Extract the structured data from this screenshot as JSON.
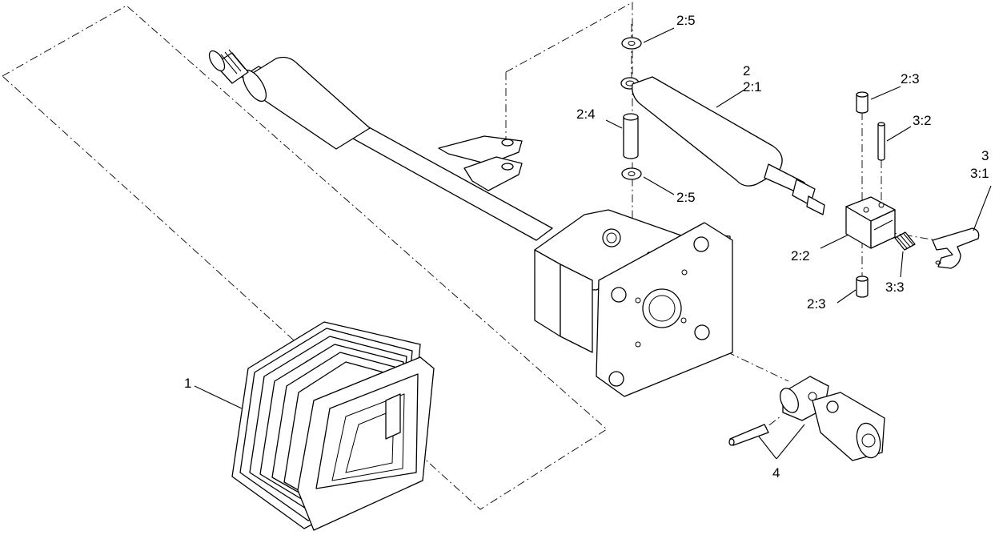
{
  "diagram": {
    "callouts": {
      "c1": "1",
      "c2": "2",
      "c2_1": "2:1",
      "c2_2": "2:2",
      "c2_3_top": "2:3",
      "c2_3_bottom": "2:3",
      "c2_4": "2:4",
      "c2_5_top": "2:5",
      "c2_5_bottom": "2:5",
      "c3": "3",
      "c3_1": "3:1",
      "c3_2": "3:2",
      "c3_3": "3:3",
      "c4": "4"
    }
  }
}
